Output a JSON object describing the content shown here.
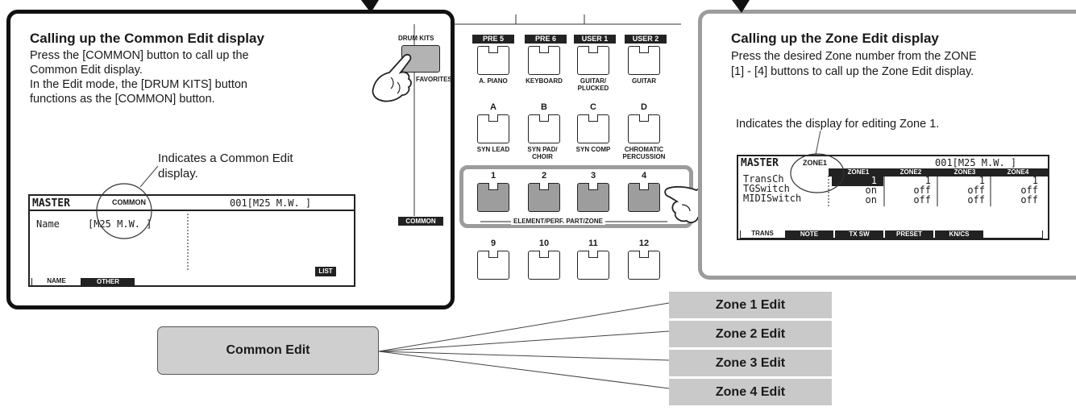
{
  "left_callout": {
    "title": "Calling up the Common Edit display",
    "lines": [
      "Press the [COMMON] button to call up the",
      "Common Edit display.",
      "In the Edit mode, the [DRUM KITS] button",
      "functions as the [COMMON] button."
    ],
    "note": [
      "Indicates a Common Edit",
      "display."
    ],
    "lcd": {
      "mode": "MASTER",
      "section": "COMMON",
      "program": "001[M25  M.W. ]",
      "name_label": "Name",
      "name_value": "[M25  M.W. ]",
      "tabs": [
        "NAME",
        "OTHER"
      ],
      "list_icon": "LIST"
    }
  },
  "right_callout": {
    "title": "Calling up the Zone Edit display",
    "lines": [
      "Press the desired Zone number from the ZONE",
      "[1] - [4] buttons to call up the Zone Edit display."
    ],
    "note": "Indicates the display for editing Zone 1.",
    "lcd": {
      "mode": "MASTER",
      "section": "ZONE1",
      "program": "001[M25  M.W. ]",
      "zone_headers": [
        "ZONE1",
        "ZONE2",
        "ZONE3",
        "ZONE4"
      ],
      "rows": [
        {
          "label": "TransCh",
          "values": [
            "1",
            "1",
            "1",
            "1"
          ]
        },
        {
          "label": "TGSwitch",
          "values": [
            "on",
            "off",
            "off",
            "off"
          ]
        },
        {
          "label": "MIDISwitch",
          "values": [
            "on",
            "off",
            "off",
            "off"
          ]
        }
      ],
      "tabs": [
        "TRANS",
        "NOTE",
        "TX SW",
        "PRESET",
        "KN/CS"
      ]
    }
  },
  "panel": {
    "drum_kits": "DRUM KITS",
    "favorites": "FAVORITES",
    "headers": [
      "PRE 5",
      "PRE 6",
      "USER 1",
      "USER 2"
    ],
    "row1_labels": [
      "A. PIANO",
      "KEYBOARD",
      "GUITAR/ PLUCKED",
      "GUITAR"
    ],
    "row2_letters": [
      "A",
      "B",
      "C",
      "D"
    ],
    "row2_labels": [
      "SYN LEAD",
      "SYN PAD/ CHOIR",
      "SYN COMP",
      "CHROMATIC PERCUSSION"
    ],
    "row3_numbers": [
      "1",
      "2",
      "3",
      "4"
    ],
    "row4_numbers": [
      "9",
      "10",
      "11",
      "12"
    ],
    "common_label": "COMMON",
    "zone_bar_label": "ELEMENT/PERF. PART/ZONE"
  },
  "flow": {
    "common": "Common Edit",
    "zones": [
      "Zone 1 Edit",
      "Zone 2 Edit",
      "Zone 3 Edit",
      "Zone 4 Edit"
    ]
  }
}
